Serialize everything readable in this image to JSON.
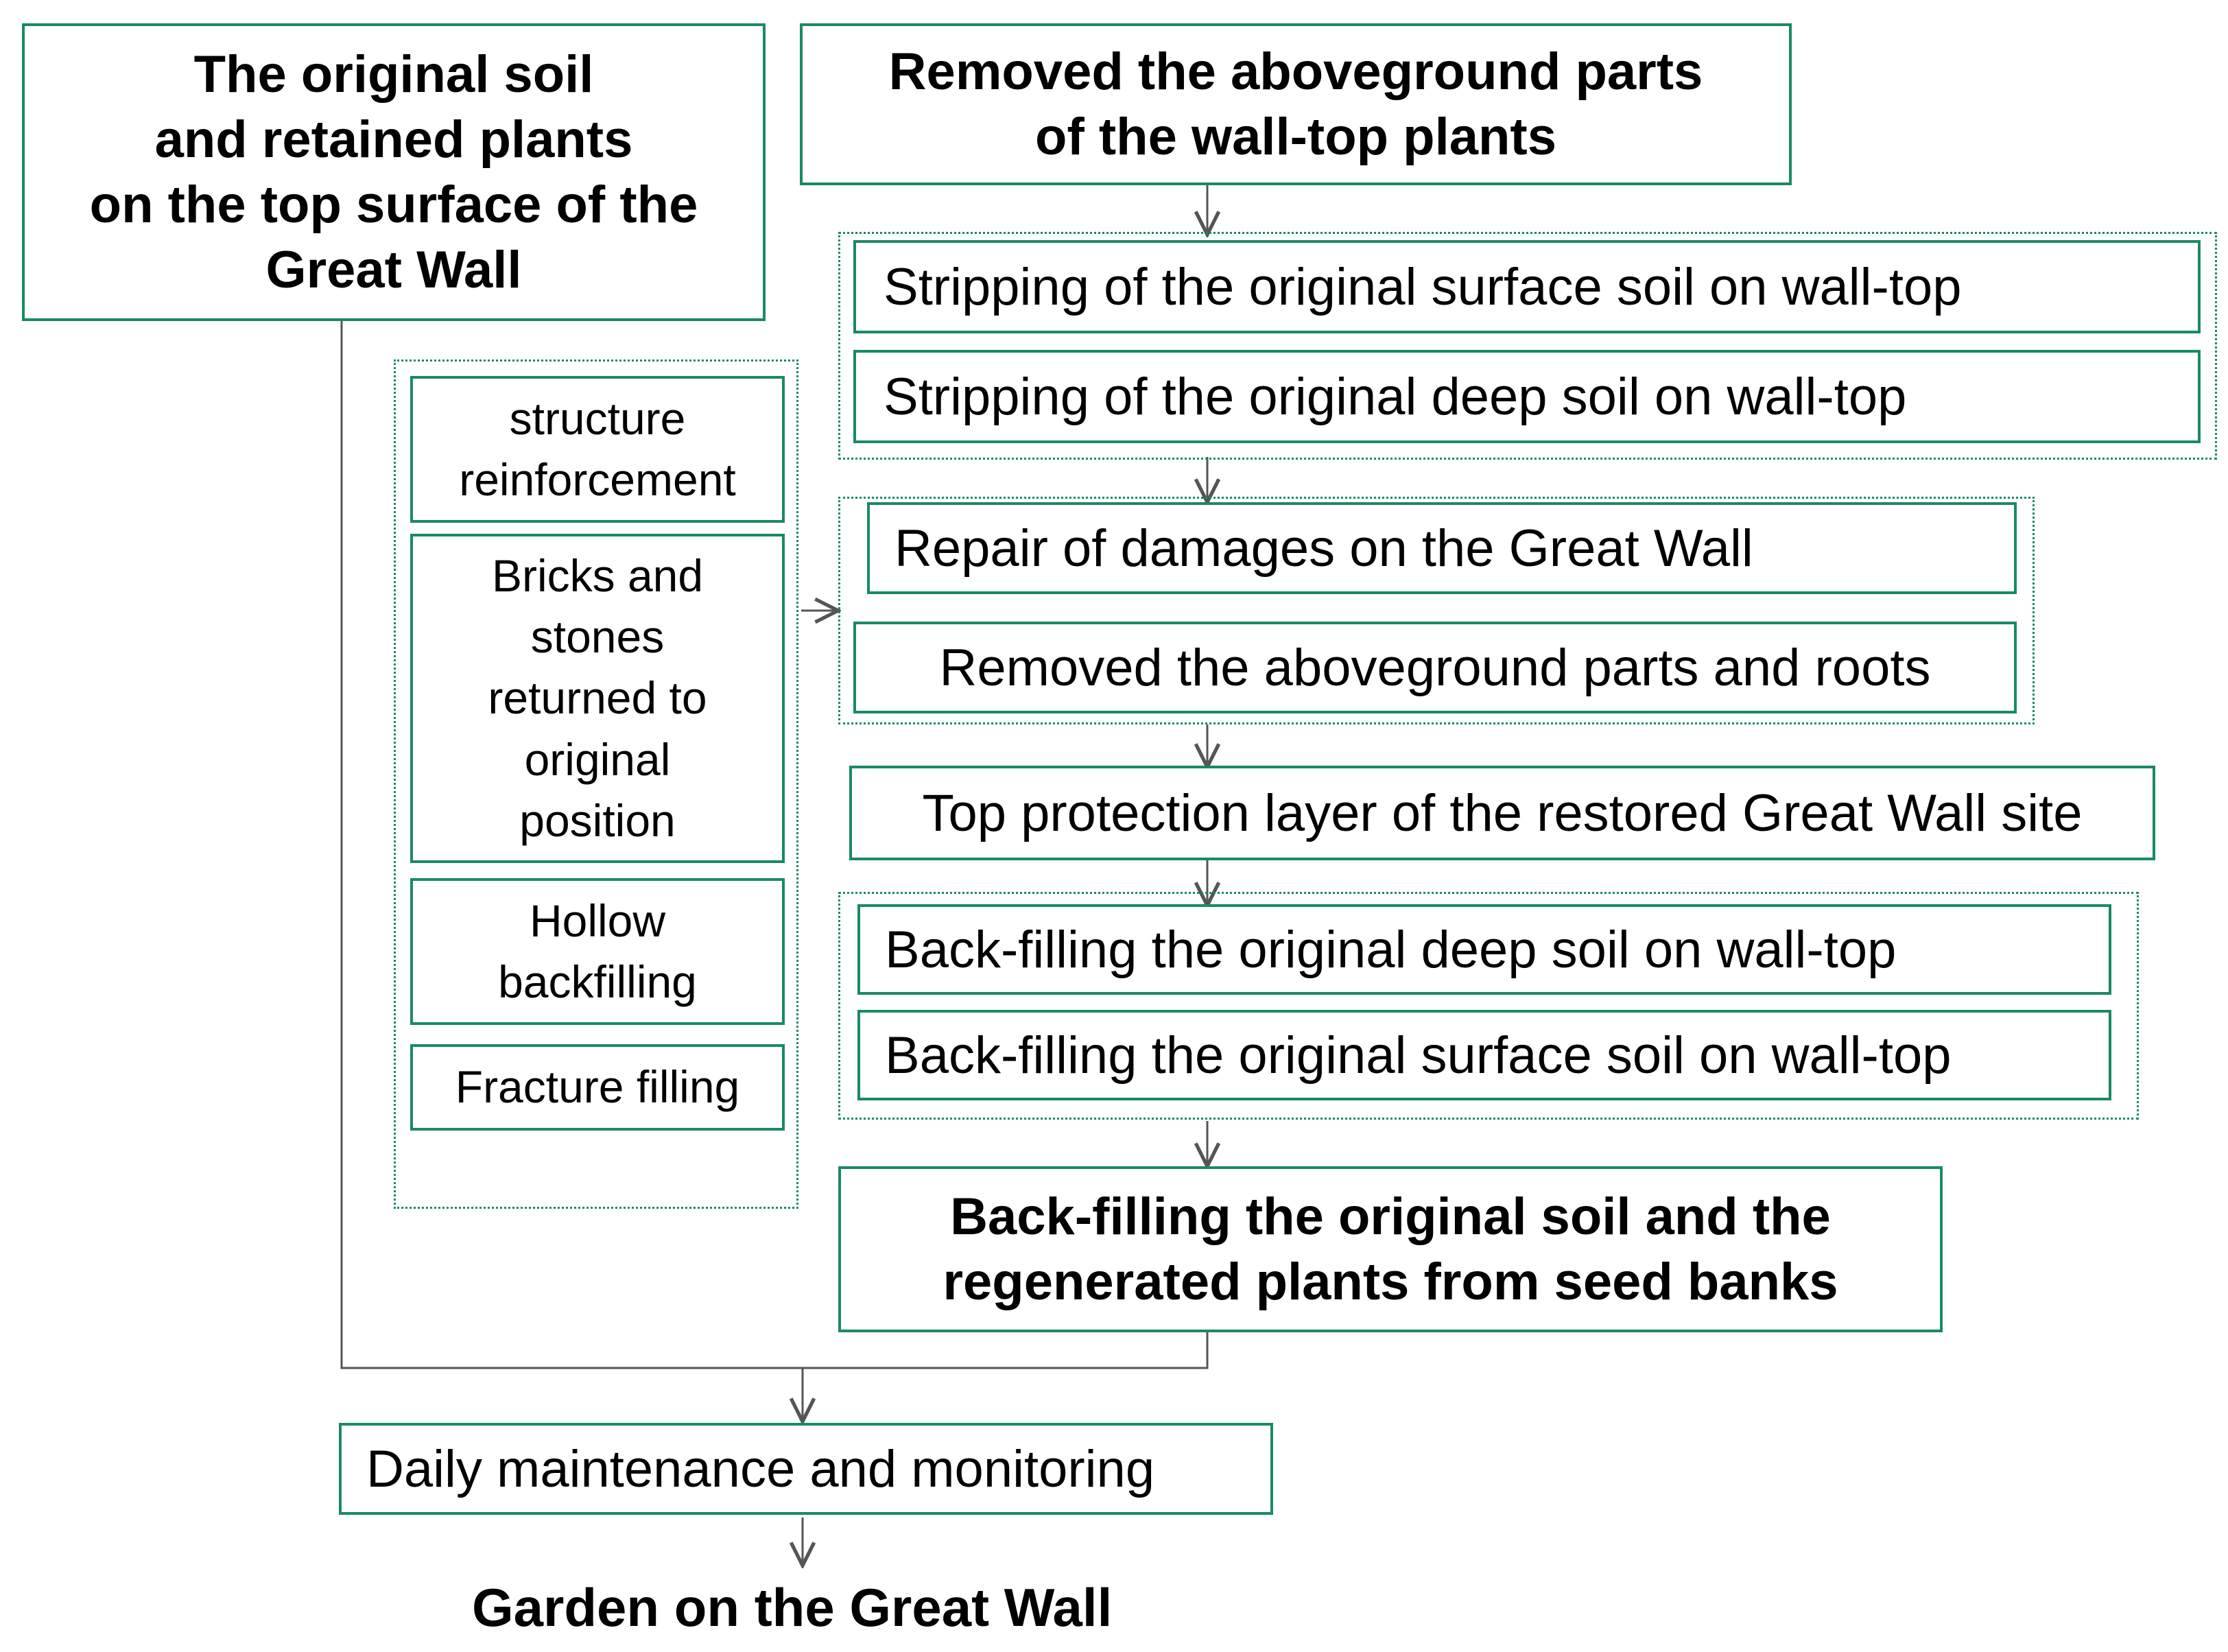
{
  "diagram": {
    "source_box": "The original soil\nand retained plants\non the top surface of the\nGreat Wall",
    "step_remove_aboveground": "Removed the aboveground parts\nof the wall-top plants",
    "stripping": {
      "surface": "Stripping of the original surface soil on wall-top",
      "deep": "Stripping of the original deep soil on wall-top"
    },
    "repair": {
      "damages": "Repair of damages on the Great Wall",
      "roots": "Removed the aboveground parts and roots"
    },
    "repair_methods": [
      "structure\nreinforcement",
      "Bricks and\nstones\nreturned to\noriginal\nposition",
      "Hollow\nbackfilling",
      "Fracture filling"
    ],
    "protection_layer": "Top protection layer of the restored Great Wall site",
    "backfilling": {
      "deep": "Back-filling the original deep soil on wall-top",
      "surface": "Back-filling the original surface soil on wall-top"
    },
    "backfill_plants": "Back-filling the original soil and  the\nregenerated plants from seed banks",
    "maintenance": "Daily maintenance and monitoring",
    "result": "Garden on the Great Wall"
  },
  "colors": {
    "box_border": "#1a8a62",
    "connector": "#555555"
  }
}
